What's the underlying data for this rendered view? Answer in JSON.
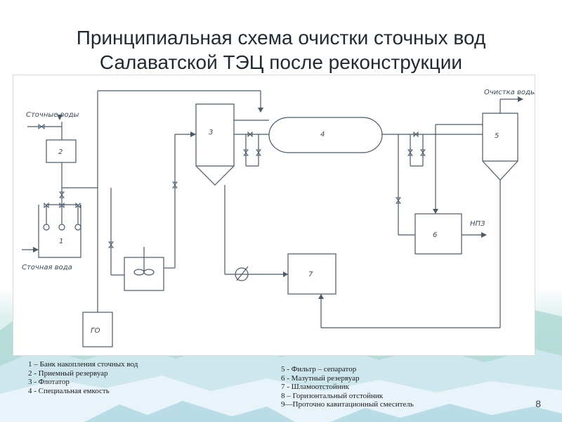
{
  "slide": {
    "title_line1": "Принципиальная схема очистки сточных вод",
    "title_line2": "Салаватской  ТЭЦ после реконструкции",
    "page_number": "8"
  },
  "diagram": {
    "labels": {
      "waste_water_in": "Сточные воды",
      "waste_water_bottom": "Сточная вода",
      "clean_water": "Очистка воды",
      "refinery": "НПЗ",
      "go": "ГО"
    },
    "units": {
      "u1": "1",
      "u2": "2",
      "u3": "3",
      "u4": "4",
      "u5": "5",
      "u6": "6",
      "u7": "7"
    }
  },
  "legend": {
    "left": [
      "1 – Банк накопления сточных вод",
      "2 - Приемный резервуар",
      "3 - Флотатор",
      "4 - Специальная емкость"
    ],
    "right": [
      "5 - Фильтр – сепаратор",
      "6 - Мазутный резервуар",
      "7 - Шламоотстойник",
      "8 – Горизонтальный отстойник",
      "9—Проточно кавитационный смеситель"
    ]
  }
}
